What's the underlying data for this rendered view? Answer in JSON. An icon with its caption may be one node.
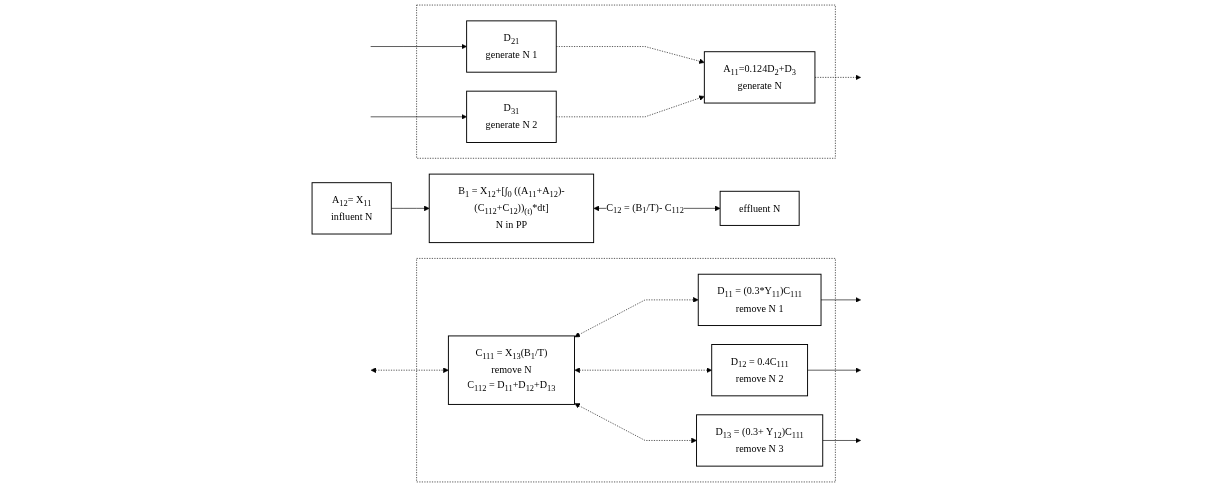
{
  "diagram": {
    "nodes": [
      {
        "text": [],
        "shape": "box"
      },
      {
        "text": [
          "D$_{21}$",
          "generate N 1"
        ],
        "in": 0
      },
      {
        "text": [
          "A$_{11}$=0.124D$_{2}$+D$_{3}$",
          "generate N"
        ],
        "in": 0
      },
      {
        "text": [
          "D$_{31}$",
          "generate N 2"
        ],
        "in": 0
      },
      {
        "text": [
          "A$_{12}$= X$_{11}$",
          "influent N"
        ]
      },
      {
        "text": [
          "B$_{1}$ = X$_{12}$+[∫$_{0}$ ((A$_{11}$+A$_{12}$)-(C$_{112}$+C$_{12}$))$_{(t)}$*dt]",
          "N in PP"
        ]
      },
      {
        "text": [
          "effluent N"
        ]
      },
      {
        "text": [],
        "shape": "box"
      },
      {
        "text": [
          "D$_{11}$ = (0.3*Y$_{11}$)C$_{111}$",
          "remove N 1"
        ],
        "in": 7
      },
      {
        "text": [
          "C$_{111}$ = X$_{13}$(B$_{1}$/T)",
          "remove N",
          "C$_{112}$ = D$_{11}$+D$_{12}$+D$_{13}$"
        ],
        "in": 7
      },
      {
        "text": [
          "D$_{12}$ = 0.4C$_{111}$",
          "remove N 2"
        ],
        "in": 7
      },
      {
        "text": [
          "D$_{13}$ = (0.3+ Y$_{12}$)C$_{111}$",
          "remove N 3"
        ],
        "in": 7
      }
    ],
    "edges": [
      {
        "from": null,
        "to": 1,
        "arrow": "to"
      },
      {
        "from": null,
        "to": 3,
        "arrow": "to"
      },
      {
        "from": 1,
        "to": 2,
        "arrow": "to",
        "style": "dashed"
      },
      {
        "from": 3,
        "to": 2,
        "arrow": "to",
        "style": "dashed"
      },
      {
        "from": 2,
        "to": null,
        "arrow": "to",
        "style": "dashed"
      },
      {
        "from": 4,
        "to": 5,
        "arrow": "to"
      },
      {
        "from": 5,
        "to": 6,
        "arrow": "both",
        "label": "C$_{12}$ = (B$_{1}$/T)- C$_{112}$"
      },
      {
        "from": null,
        "to": 9,
        "arrow": "both",
        "style": "dashed"
      },
      {
        "from": 9,
        "to": 8,
        "arrow": "both",
        "style": "dashed"
      },
      {
        "from": 9,
        "to": 10,
        "arrow": "both",
        "style": "dashed"
      },
      {
        "from": 9,
        "to": 11,
        "arrow": "both",
        "style": "dashed"
      },
      {
        "from": 8,
        "to": null,
        "arrow": "to"
      },
      {
        "from": 10,
        "to": null,
        "arrow": "to"
      },
      {
        "from": 11,
        "to": null,
        "arrow": "to"
      }
    ]
  }
}
